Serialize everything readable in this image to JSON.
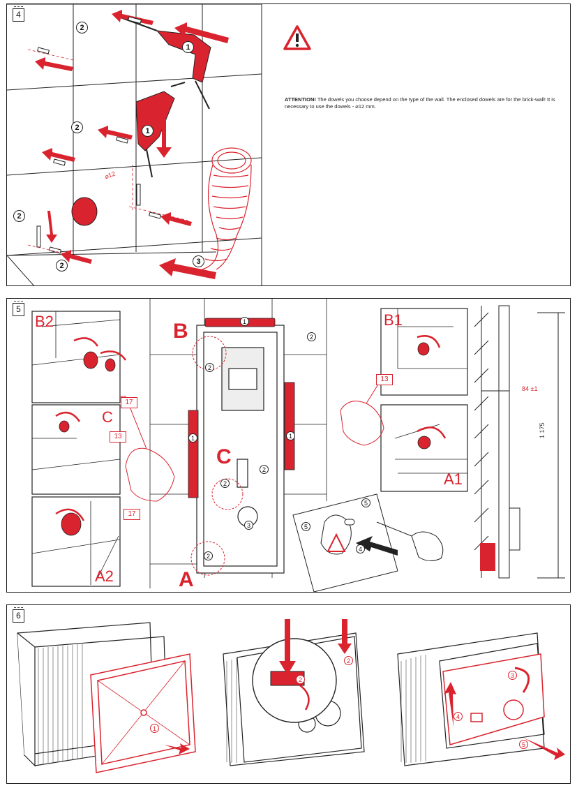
{
  "panels": {
    "step4": {
      "step": "4",
      "attention_title": "ATTENTION!",
      "attention_text": "The dowels you choose depend on the type of the wall. The enclosed dowels are for the brick-wall! It is necessary to use the dowels - ⌀12 mm.",
      "drill_size": "⌀12",
      "markers": [
        "1",
        "1",
        "2",
        "2",
        "2",
        "2",
        "3"
      ]
    },
    "step5": {
      "step": "5",
      "labels": {
        "B2": "B2",
        "B": "B",
        "B1": "B1",
        "C_left": "C",
        "C_mid": "C",
        "A1": "A1",
        "A2": "A2",
        "A": "A"
      },
      "wrench_sizes": {
        "w17a": "17",
        "w13a": "13",
        "w17b": "17",
        "w13b": "13"
      },
      "dim_depth": "84 ±1",
      "dim_height": "1 175",
      "markers": [
        "1",
        "1",
        "1",
        "2",
        "2",
        "2",
        "2",
        "2",
        "3",
        "4",
        "5",
        "5"
      ]
    },
    "step6": {
      "step": "6",
      "markers": [
        "1",
        "2",
        "2",
        "3",
        "4",
        "5"
      ]
    }
  },
  "colors": {
    "accent": "#d9232e",
    "ink": "#1a1a1a"
  }
}
